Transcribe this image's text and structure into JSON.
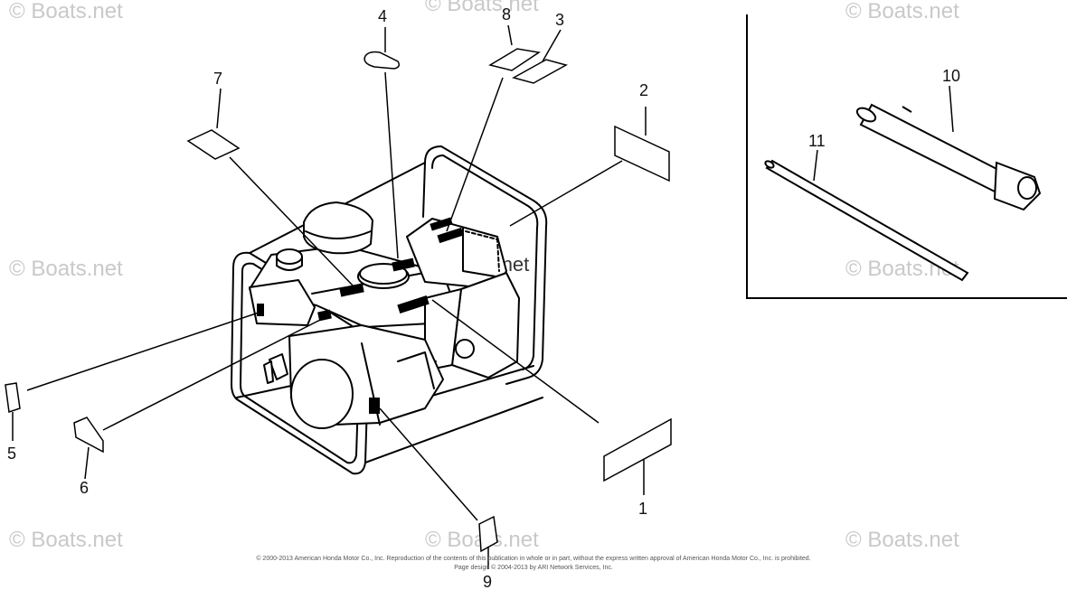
{
  "callouts": {
    "c1": "1",
    "c2": "2",
    "c3": "3",
    "c4": "4",
    "c5": "5",
    "c6": "6",
    "c7": "7",
    "c8": "8",
    "c9": "9",
    "c10": "10",
    "c11": "11"
  },
  "watermark": {
    "text": "© Boats.net",
    "center_text": "© Boats.net"
  },
  "copyright": {
    "line1": "© 2000-2013 American Honda Motor Co., Inc. Reproduction of the contents of this publication in whole or in part, without the express written approval of American Honda Motor Co., Inc. is prohibited.",
    "line2": "Page design © 2004-2013 by ARI Network Services, Inc."
  }
}
